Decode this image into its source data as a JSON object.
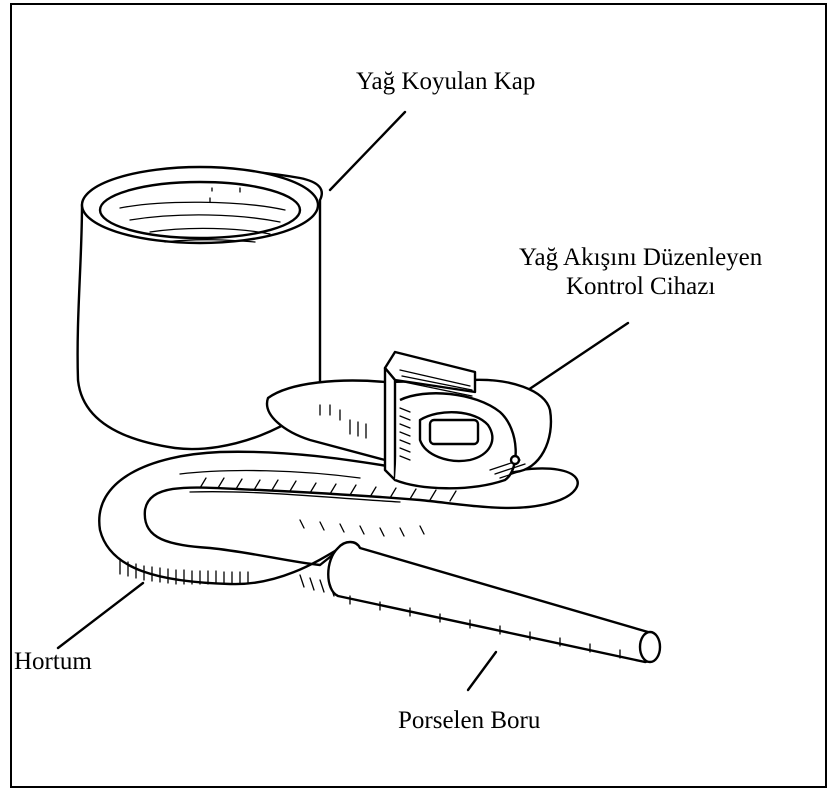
{
  "labels": {
    "oil_container": "Yağ Koyulan Kap",
    "control_device_line1": "Yağ Akışını Düzenleyen",
    "control_device_line2": "Kontrol Cihazı",
    "hose": "Hortum",
    "porcelain_pipe": "Porselen Boru"
  }
}
